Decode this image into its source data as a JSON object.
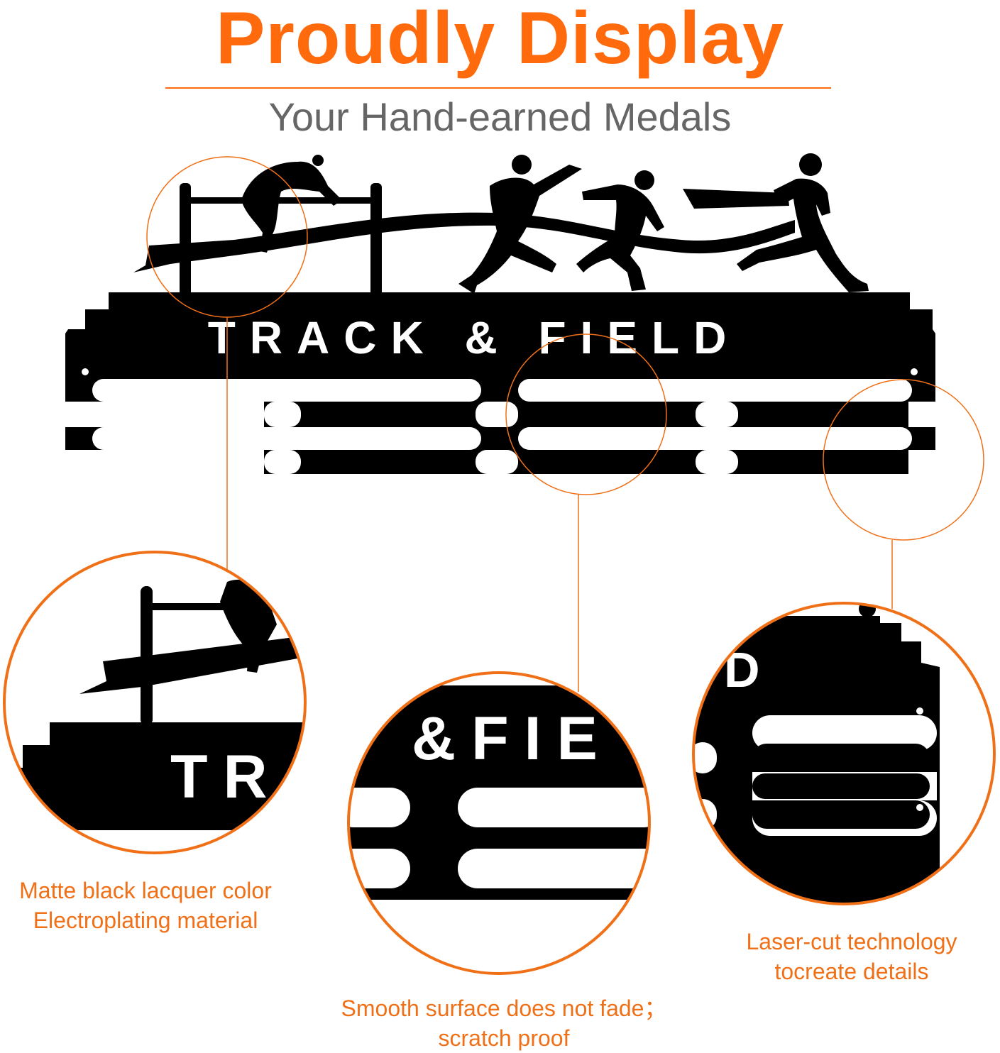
{
  "header": {
    "title": "Proudly Display",
    "subtitle": "Your Hand-earned Medals"
  },
  "product": {
    "sign_text": "TRACK & FIELD",
    "zoom_text_1": "TR",
    "zoom_text_2": "&FIE",
    "zoom_text_3": "D"
  },
  "features": [
    {
      "line1": "Matte black lacquer color",
      "line2": "Electroplating material"
    },
    {
      "line1": "Smooth surface does not fade；",
      "line2": "scratch proof"
    },
    {
      "line1": "Laser-cut technology",
      "line2": "tocreate details"
    }
  ],
  "colors": {
    "accent": "#ff6a0d",
    "product": "#000000",
    "subtitle": "#666666",
    "background": "#ffffff"
  }
}
